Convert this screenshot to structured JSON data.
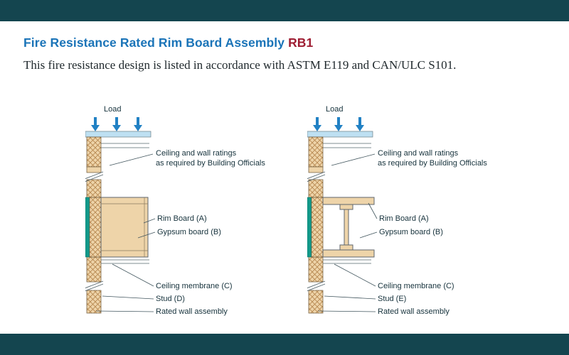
{
  "page": {
    "title": "Fire Resistance Rated Rim Board Assembly",
    "title_code": "RB1",
    "subtitle": "This fire resistance design is listed in accordance with ASTM E119 and CAN/ULC S101."
  },
  "colors": {
    "edge_bar": "#14454f",
    "title_blue": "#1b74b8",
    "code_red": "#9e1d32",
    "load_arrow_blue": "#2181c4",
    "bearing_plate_blue": "#bee0f2",
    "wood_fill": "#eed4a9",
    "wood_hatch": "#b5854d",
    "gypsum_teal": "#12998a",
    "label_text": "#16323c"
  },
  "diagrams": [
    {
      "load_label": "Load",
      "labels": {
        "ceiling_ratings_1": "Ceiling and wall ratings",
        "ceiling_ratings_2": "as required by Building Officials",
        "rim_board": "Rim Board (A)",
        "gypsum_board": "Gypsum board (B)",
        "ceiling_membrane": "Ceiling membrane (C)",
        "stud": "Stud (D)",
        "rated_wall": "Rated wall assembly"
      }
    },
    {
      "load_label": "Load",
      "labels": {
        "ceiling_ratings_1": "Ceiling and wall ratings",
        "ceiling_ratings_2": "as required by Building Officials",
        "rim_board": "Rim Board (A)",
        "gypsum_board": "Gypsum board (B)",
        "ceiling_membrane": "Ceiling membrane (C)",
        "stud": "Stud (E)",
        "rated_wall": "Rated wall assembly"
      }
    }
  ]
}
